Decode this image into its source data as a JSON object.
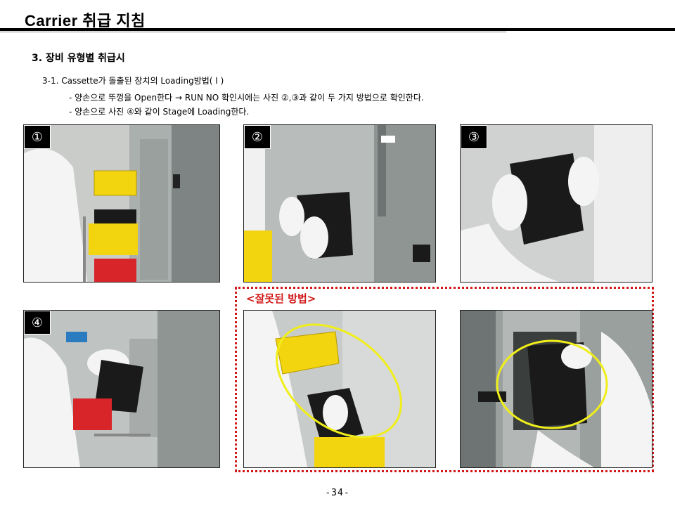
{
  "header": {
    "title": "Carrier 취급 지침"
  },
  "section": {
    "heading": "3. 장비 유형별 취급시"
  },
  "subsection": {
    "heading": "3-1. Cassette가 돌출된 장치의 Loading방법( I )",
    "bullets": [
      "- 양손으로 뚜껑을 Open한다 → RUN NO 확인시에는 사진 ②,③과 같이 두 가지 방법으로 확인한다.",
      "- 양손으로 사진 ④와 같이 Stage에 Loading한다."
    ]
  },
  "photos": [
    {
      "badge": "①",
      "scene": "yellow-box-cart"
    },
    {
      "badge": "②",
      "scene": "hold-cassette-door"
    },
    {
      "badge": "③",
      "scene": "hold-cassette-closeup"
    },
    {
      "badge": "④",
      "scene": "load-stage"
    },
    {
      "badge": "",
      "scene": "wrong-lift-lid"
    },
    {
      "badge": "",
      "scene": "wrong-stage-grab"
    }
  ],
  "wrong_method": {
    "label": "<잘못된 방법>",
    "color": "#d01818"
  },
  "colors": {
    "highlight_circle": "#f0ee1a",
    "cassette": "#1a1a1a",
    "yellow_box": "#f2d50f"
  },
  "footer": {
    "page": "-34-"
  }
}
